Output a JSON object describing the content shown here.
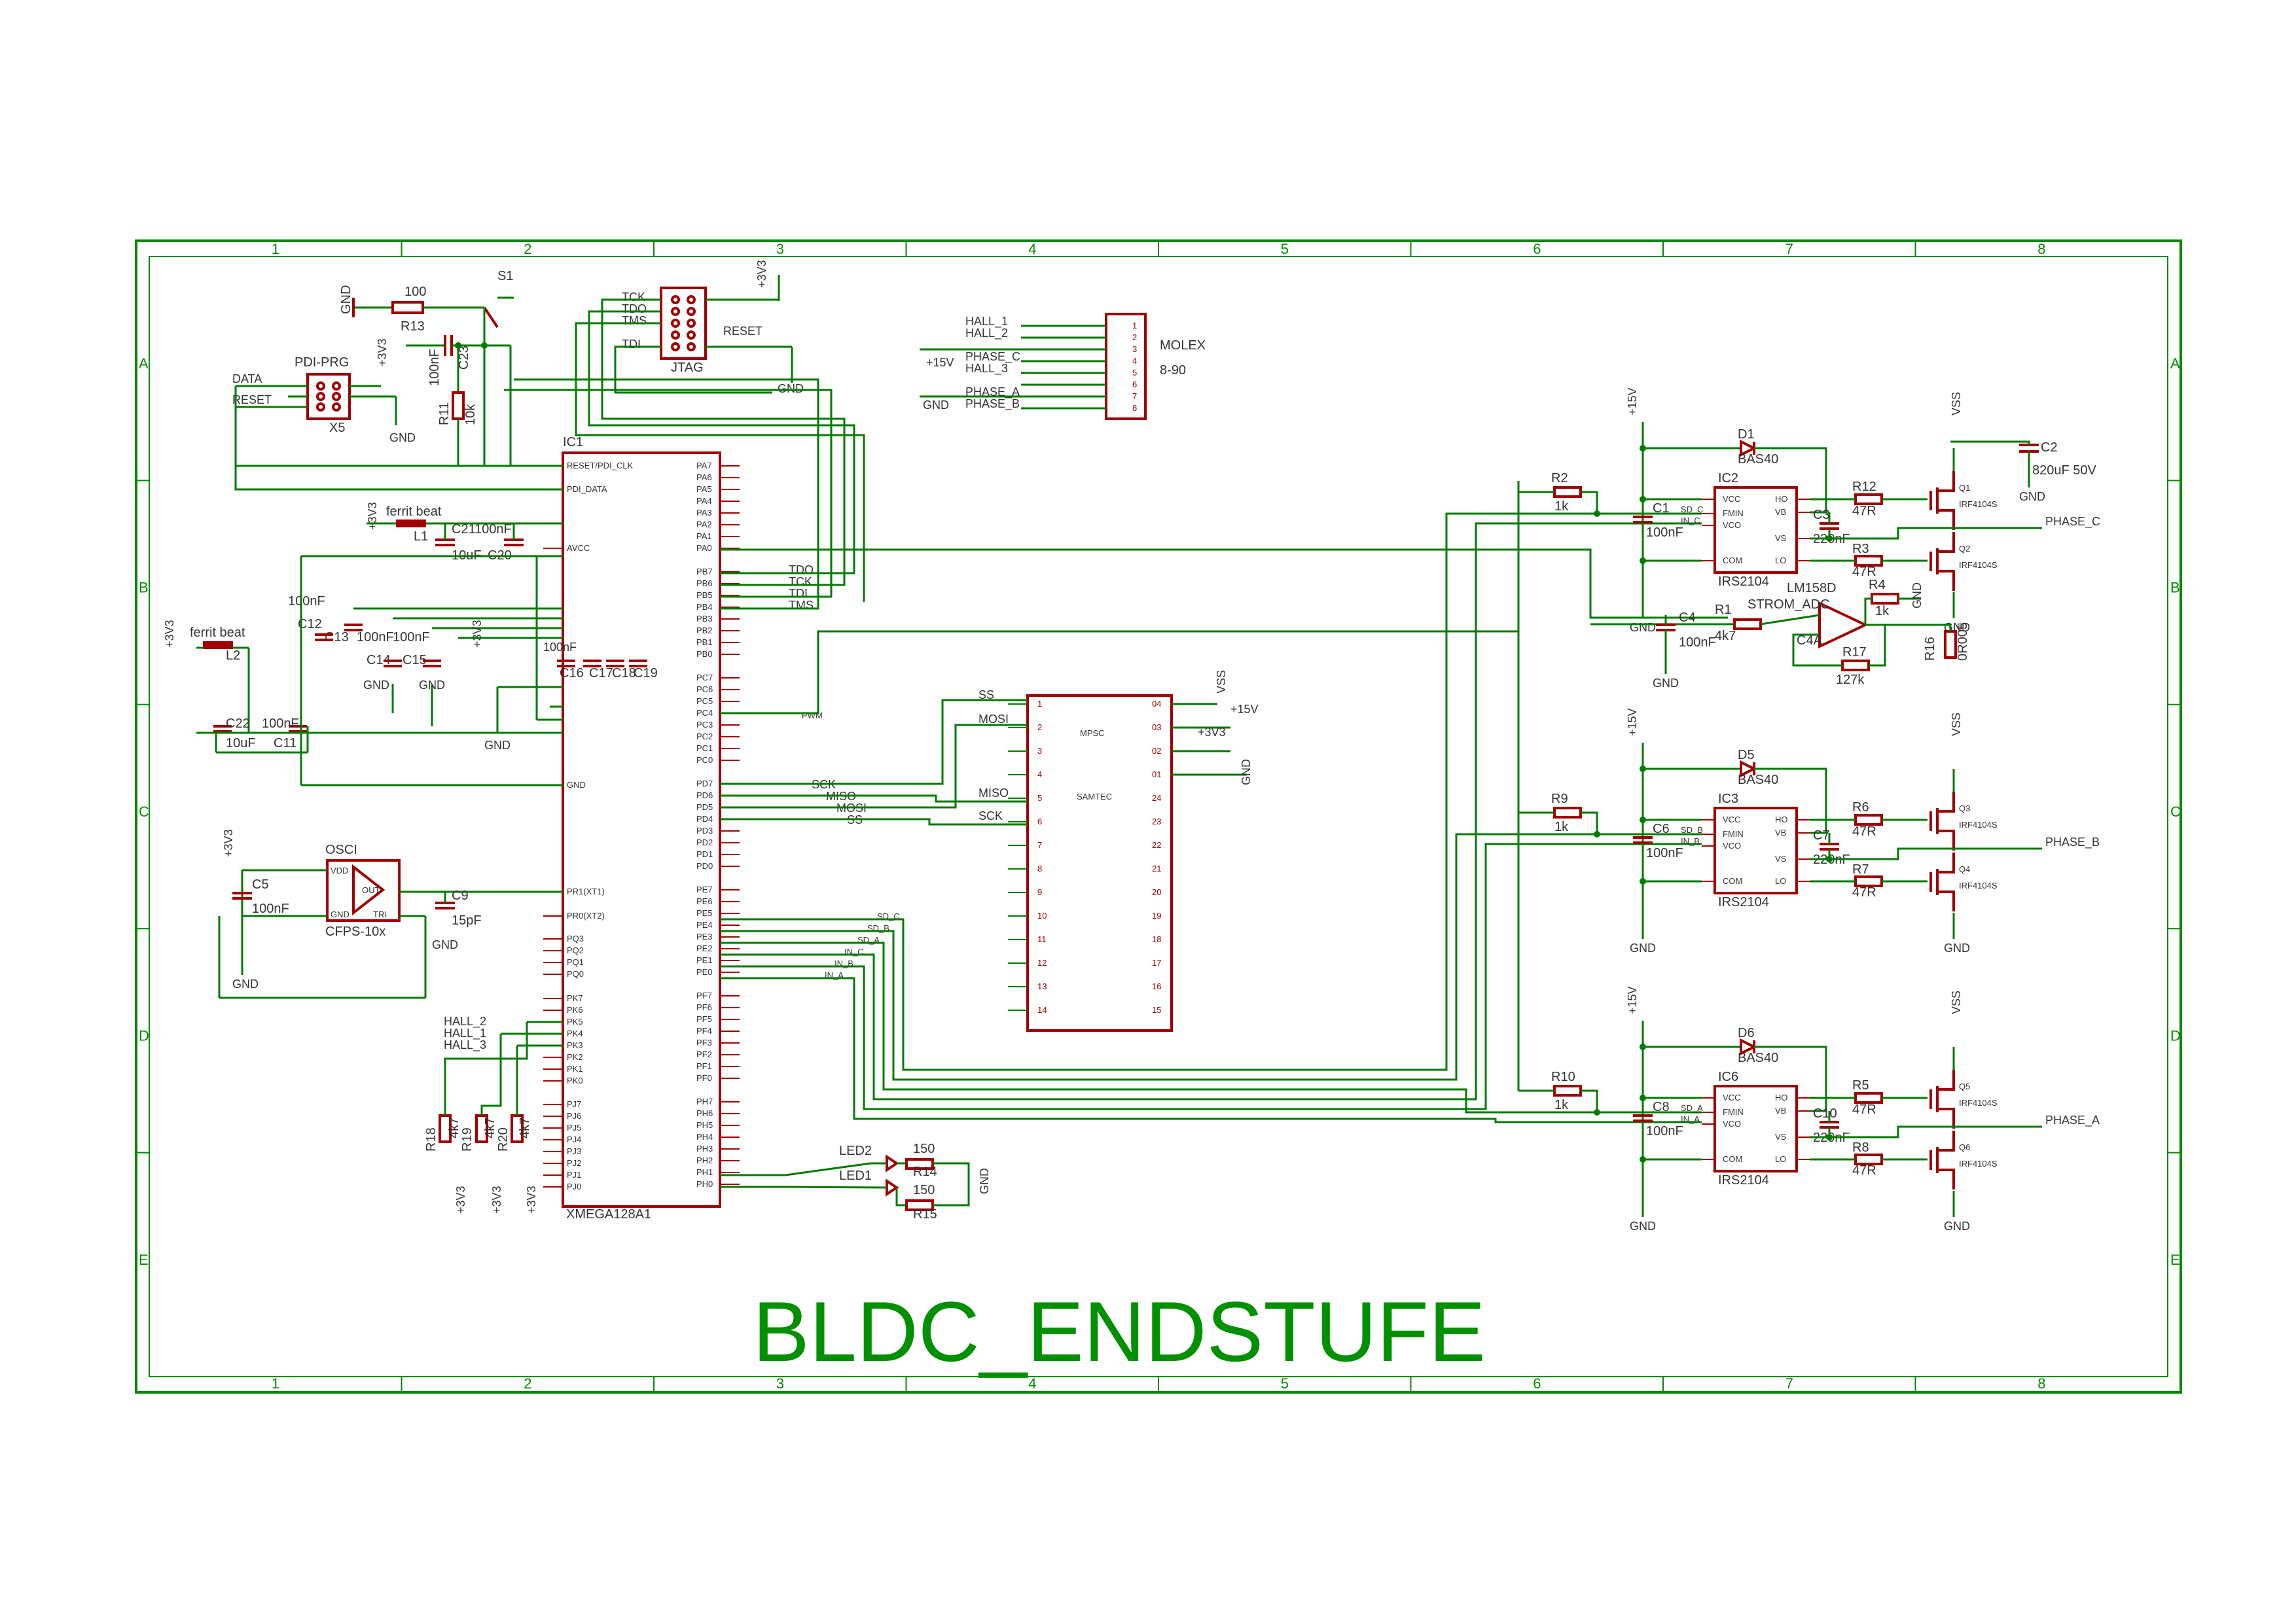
{
  "title": "BLDC_ENDSTUFE",
  "zones": {
    "columns": [
      "1",
      "2",
      "3",
      "4",
      "5",
      "6",
      "7",
      "8"
    ],
    "rows": [
      "A",
      "B",
      "C",
      "D",
      "E"
    ]
  },
  "colors": {
    "frame": "#008a00",
    "wire": "#007a00",
    "part": "#a00000",
    "text": "#333333",
    "title": "#009000"
  },
  "parts": {
    "s1": "S1",
    "r13": "R13",
    "r13_val": "100",
    "c23": "C23",
    "c23_val": "100nF",
    "r11": "R11",
    "r11_val": "10k",
    "x5": "X5",
    "x5_title": "PDI-PRG",
    "data": "DATA",
    "reset": "RESET",
    "jtag": "JTAG",
    "tck": "TCK",
    "tdo": "TDO",
    "tms": "TMS",
    "tdi": "TDI",
    "jreset": "RESET",
    "ic1": "IC1",
    "ic1_val": "XMEGA128A1",
    "l1": "L1",
    "l1_val": "ferrit beat",
    "l2": "L2",
    "l2_val": "ferrit beat",
    "c21": "C21",
    "c21_val": "10uF",
    "c20": "C20",
    "c20_val": "100nF",
    "c12": "C12",
    "c12_val": "100nF",
    "c13": "C13",
    "c13_val": "100nF",
    "c14": "C14",
    "c15": "C15",
    "c15_val": "100nF",
    "c16": "C16",
    "c17": "C17",
    "c18": "C18",
    "c19": "C19",
    "c16_19_val": "100nF",
    "c22": "C22",
    "c22_val": "10uF",
    "c11": "C11",
    "c11_val": "100nF",
    "osci": "OSCI",
    "osci_val": "CFPS-10x",
    "c5": "C5",
    "c5_val": "100nF",
    "c9": "C9",
    "c9_val": "15pF",
    "r18": "R18",
    "r19": "R19",
    "r20": "R20",
    "r_4k7": "4k7",
    "led2": "LED2",
    "led1": "LED1",
    "r14": "R14",
    "r15": "R15",
    "r150": "150",
    "molex": "MOLEX",
    "molex_val": "8-90",
    "samtec": "SAMTEC",
    "mpsc": "MPSC",
    "ic2": "IC2",
    "ic3": "IC3",
    "ic6": "IC6",
    "irs": "IRS2104",
    "d1": "D1",
    "d5": "D5",
    "d6": "D6",
    "bas": "BAS40",
    "r2": "R2",
    "r9": "R9",
    "r10": "R10",
    "r1k": "1k",
    "c1": "C1",
    "c6": "C6",
    "c8": "C8",
    "c100n": "100nF",
    "c3": "C3",
    "c7": "C7",
    "c10": "C10",
    "c220": "220nF",
    "r12": "R12",
    "r3": "R3",
    "r6": "R6",
    "r7": "R7",
    "r5": "R5",
    "r8": "R8",
    "r47": "47R",
    "q1": "Q1",
    "q2": "Q2",
    "q3": "Q3",
    "q4": "Q4",
    "q5": "Q5",
    "q6": "Q6",
    "irf": "IRF4104S",
    "c2": "C2",
    "c2_val": "820uF 50V",
    "c4": "C4",
    "c4_val": "100nF",
    "r1": "R1",
    "r1_val": "4k7",
    "c4a": "C4A",
    "lm": "LM158D",
    "strom": "STROM_ADC",
    "r4": "R4",
    "r4_val": "1k",
    "r17": "R17",
    "r17_val": "127k",
    "r16": "R16",
    "r16_val": "0R005"
  },
  "nets": {
    "gnd": "GND",
    "vss": "VSS",
    "p15": "+15V",
    "p3v3": "+3V3",
    "phase_a": "PHASE_A",
    "phase_b": "PHASE_B",
    "phase_c": "PHASE_C",
    "hall_1": "HALL_1",
    "hall_2": "HALL_2",
    "hall_3": "HALL_3",
    "sck": "SCK",
    "miso": "MISO",
    "mosi": "MOSI",
    "ss": "SS",
    "pwm": "PWM",
    "in_a": "IN_A",
    "in_b": "IN_B",
    "in_c": "IN_C",
    "sd_a": "SD_A",
    "sd_b": "SD_B",
    "sd_c": "SD_C"
  },
  "pins": {
    "ic1_left": [
      "RESET/PDI_CLK",
      "PDI_DATA",
      "AVCC",
      "GND",
      "PR1(XT1)",
      "PR0(XT2)",
      "PQ3",
      "PQ2",
      "PQ1",
      "PQ0",
      "PK7",
      "PK6",
      "PK5",
      "PK4",
      "PK3",
      "PK2",
      "PK1",
      "PK0",
      "PJ7",
      "PJ6",
      "PJ5",
      "PJ4",
      "PJ3",
      "PJ2",
      "PJ1",
      "PJ0"
    ],
    "ic1_right": [
      "PA7",
      "PA6",
      "PA5",
      "PA4",
      "PA3",
      "PA2",
      "PA1",
      "PA0",
      "PB7",
      "PB6",
      "PB5",
      "PB4",
      "PB3",
      "PB2",
      "PB1",
      "PB0",
      "PC7",
      "PC6",
      "PC5",
      "PC4",
      "PC3",
      "PC2",
      "PC1",
      "PC0",
      "PD7",
      "PD6",
      "PD5",
      "PD4",
      "PD3",
      "PD2",
      "PD1",
      "PD0",
      "PE7",
      "PE6",
      "PE5",
      "PE4",
      "PE3",
      "PE2",
      "PE1",
      "PE0",
      "PF7",
      "PF6",
      "PF5",
      "PF4",
      "PF3",
      "PF2",
      "PF1",
      "PF0",
      "PH7",
      "PH6",
      "PH5",
      "PH4",
      "PH3",
      "PH2",
      "PH1",
      "PH0"
    ],
    "irs_left": [
      "VCC",
      "FMIN",
      "VCO",
      "COM"
    ],
    "irs_right": [
      "HO",
      "VB",
      "VS",
      "LO"
    ],
    "samtec_left": [
      "1",
      "2",
      "3",
      "4",
      "5",
      "6",
      "7",
      "8",
      "9",
      "10",
      "11",
      "12",
      "13",
      "14"
    ],
    "samtec_right": [
      "04",
      "03",
      "02",
      "01",
      "24",
      "23",
      "22",
      "21",
      "20",
      "19",
      "18",
      "17",
      "16",
      "15"
    ],
    "osci_pins": [
      "VDD",
      "GND",
      "OUT",
      "TRI"
    ]
  }
}
